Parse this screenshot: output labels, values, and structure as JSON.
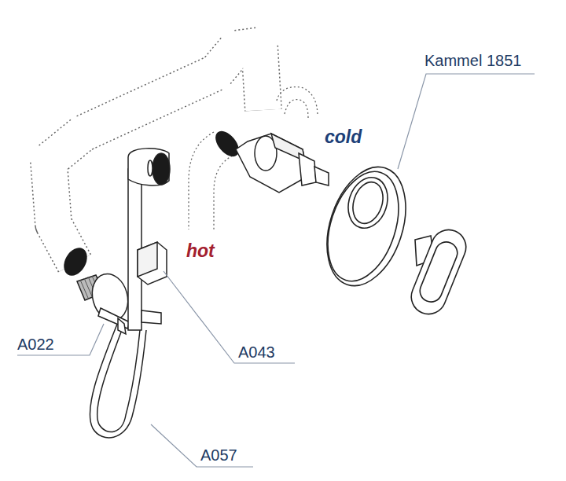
{
  "diagram": {
    "labels": [
      "Kammel 1851",
      "cold",
      "hot",
      "A022",
      "A043",
      "A057"
    ]
  }
}
